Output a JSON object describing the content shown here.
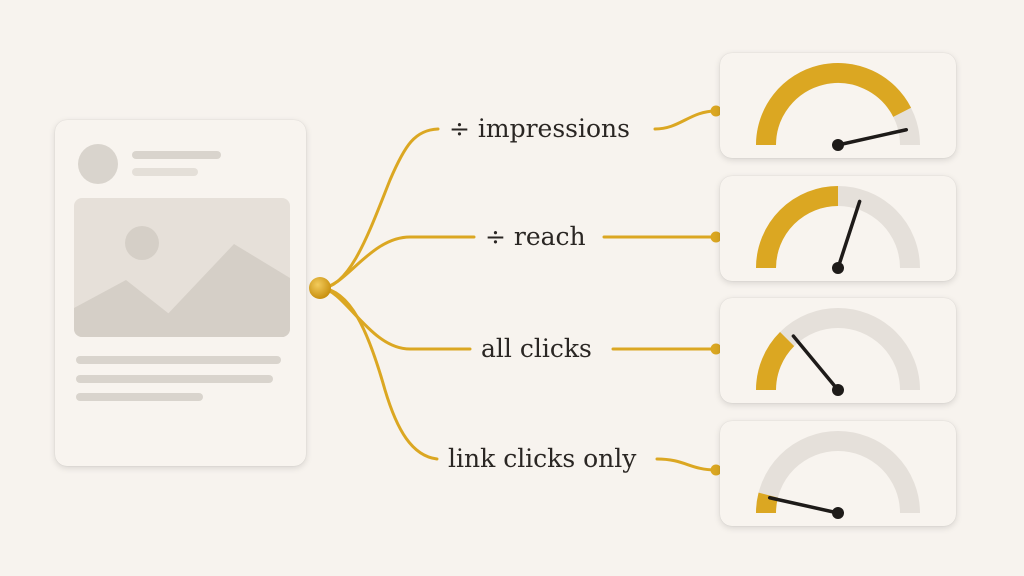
{
  "colors": {
    "background": "#f7f3ee",
    "accent": "#dba722",
    "card": "#f8f4ef",
    "placeholder": "#d9d4cd",
    "gauge_track": "#e5e0da",
    "needle": "#1e1b19"
  },
  "post_card": {
    "icons": [
      "avatar-icon",
      "image-placeholder-icon"
    ]
  },
  "metrics": [
    {
      "label": "÷ impressions",
      "gauge_fill_fraction": 0.85,
      "needle_fraction": 0.93
    },
    {
      "label": "÷ reach",
      "gauge_fill_fraction": 0.5,
      "needle_fraction": 0.6
    },
    {
      "label": "all clicks",
      "gauge_fill_fraction": 0.25,
      "needle_fraction": 0.28
    },
    {
      "label": "link clicks only",
      "gauge_fill_fraction": 0.08,
      "needle_fraction": 0.07
    }
  ]
}
